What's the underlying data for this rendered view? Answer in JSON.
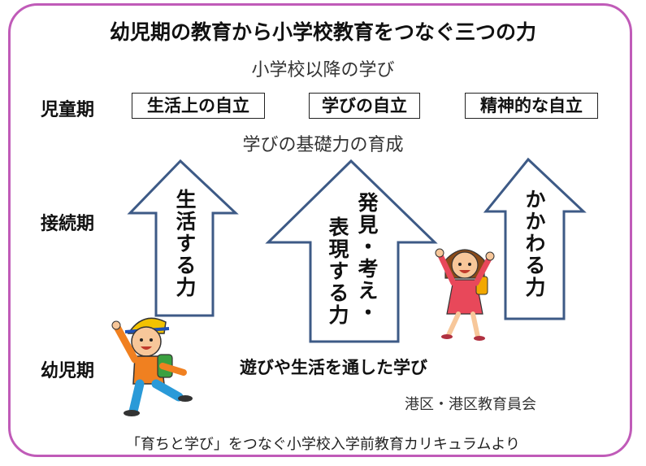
{
  "title": "幼児期の教育から小学校教育をつなぐ三つの力",
  "upper_label": "小学校以降の学び",
  "stages": {
    "child": "児童期",
    "transition": "接続期",
    "early": "幼児期"
  },
  "independence_boxes": [
    "生活上の自立",
    "学びの自立",
    "精神的な自立"
  ],
  "foundation_label": "学びの基礎力の育成",
  "arrows": {
    "left": "生活する力",
    "center_col1": "発見・考え・",
    "center_col2": "表現する力",
    "right": "かかわる力"
  },
  "play_label": "遊びや生活を通した学び",
  "credit": "港区・港区教育員会",
  "source": "「育ちと学び」をつなぐ小学校入学前教育カリキュラムより",
  "colors": {
    "frame": "#c05bb8",
    "arrow_stroke": "#3d5a86"
  },
  "icons": [
    "boy-running-icon",
    "girl-running-icon"
  ]
}
